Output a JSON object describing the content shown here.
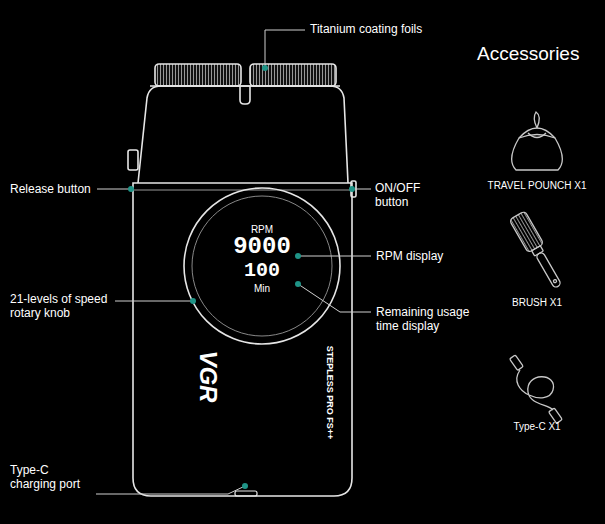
{
  "diagram": {
    "labels": [
      "Titanium coating foils",
      "Release button",
      "ON/OFF button",
      "RPM display",
      "21-levels of speed rotary knob",
      "Remaining usage time display",
      "Type-C charging port",
      "Accessories",
      "TRAVEL POUNCH X1",
      "BRUSH X1",
      "Type-C X1",
      "RPM",
      "9000",
      "100",
      "Min",
      "VGR",
      "STEPLESS PRO FS++"
    ]
  }
}
